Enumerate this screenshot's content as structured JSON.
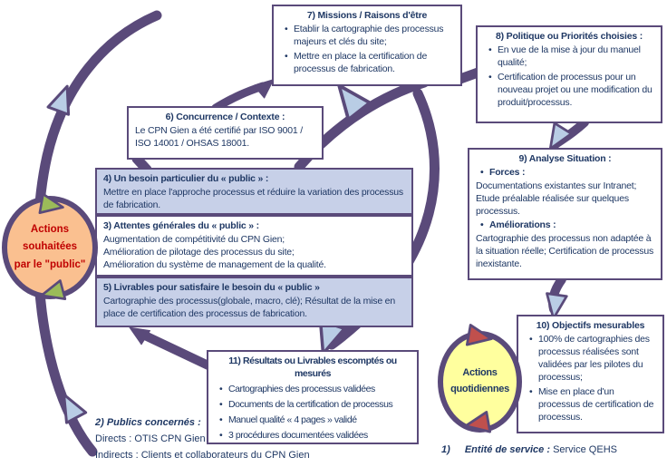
{
  "boxes": {
    "b7": {
      "title": "7) Missions / Raisons d'être",
      "bullets": [
        "Etablir la cartographie des processus majeurs et clés du site;",
        "Mettre en place la certification de processus de fabrication."
      ]
    },
    "b8": {
      "title": "8) Politique ou Priorités choisies :",
      "bullets": [
        "En vue de la mise à jour du manuel qualité;",
        "Certification de processus pour un nouveau projet ou une modification du produit/processus."
      ]
    },
    "b6": {
      "title": "6) Concurrence  / Contexte :",
      "body": "Le CPN Gien a été certifié par ISO 9001 / ISO 14001 / OHSAS 18001."
    },
    "b4": {
      "title": "4) Un besoin particulier du « public » :",
      "body": "Mettre en place l'approche processus et réduire la variation des processus de fabrication."
    },
    "b3": {
      "title": "3) Attentes générales du « public » :",
      "lines": [
        "Augmentation de compétitivité du CPN Gien;",
        "Amélioration de pilotage des processus du site;",
        "Amélioration du système de management de la qualité."
      ]
    },
    "b5": {
      "title": "5) Livrables pour satisfaire le besoin du « public »",
      "body": "Cartographie des processus(globale, macro, clé); Résultat de la mise en place de certification des processus de fabrication."
    },
    "b9": {
      "title": "9) Analyse Situation :",
      "forces_label": "Forces :",
      "forces_body": "Documentations existantes sur Intranet; Etude préalable réalisée sur quelques processus.",
      "ameliorations_label": "Améliorations :",
      "ameliorations_body": "Cartographie des processus non adaptée à la situation réelle; Certification de processus inexistante."
    },
    "b10": {
      "title": "10) Objectifs mesurables",
      "bullets": [
        "100% de cartographies des processus réalisées sont validées par les pilotes du processus;",
        "Mise en place d'un processus de certification de processus."
      ]
    },
    "b11": {
      "title": "11) Résultats ou Livrables escomptés ou mesurés",
      "bullets": [
        "Cartographies des processus validées",
        "Documents de la certification de processus",
        "Manuel qualité « 4 pages » validé",
        "3 procédures documentées validées"
      ]
    }
  },
  "ellipses": {
    "public": {
      "lines": [
        "Actions",
        "souhaitées",
        "par le \"public\""
      ]
    },
    "daily": {
      "lines": [
        "Actions",
        "quotidiennes"
      ]
    }
  },
  "notes": {
    "publics": {
      "title": "2) Publics concernés :",
      "direct": "Directs : OTIS CPN Gien",
      "indirect": "Indirects : Clients et collaborateurs du CPN Gien"
    },
    "entity": {
      "num": "1)",
      "label": "Entité de service :",
      "value": "Service QEHS"
    }
  },
  "colors": {
    "purple": "#5A4A7A",
    "navy": "#1F3864",
    "box_blue": "#C7D0E8",
    "orange_ellipse": "#FAC090",
    "yellow_ellipse": "#FFFF9E",
    "red_text": "#C00000",
    "arrowhead_blue": "#B9CDE5",
    "green_triangle": "#9BBB59",
    "red_triangle": "#C0504D"
  }
}
